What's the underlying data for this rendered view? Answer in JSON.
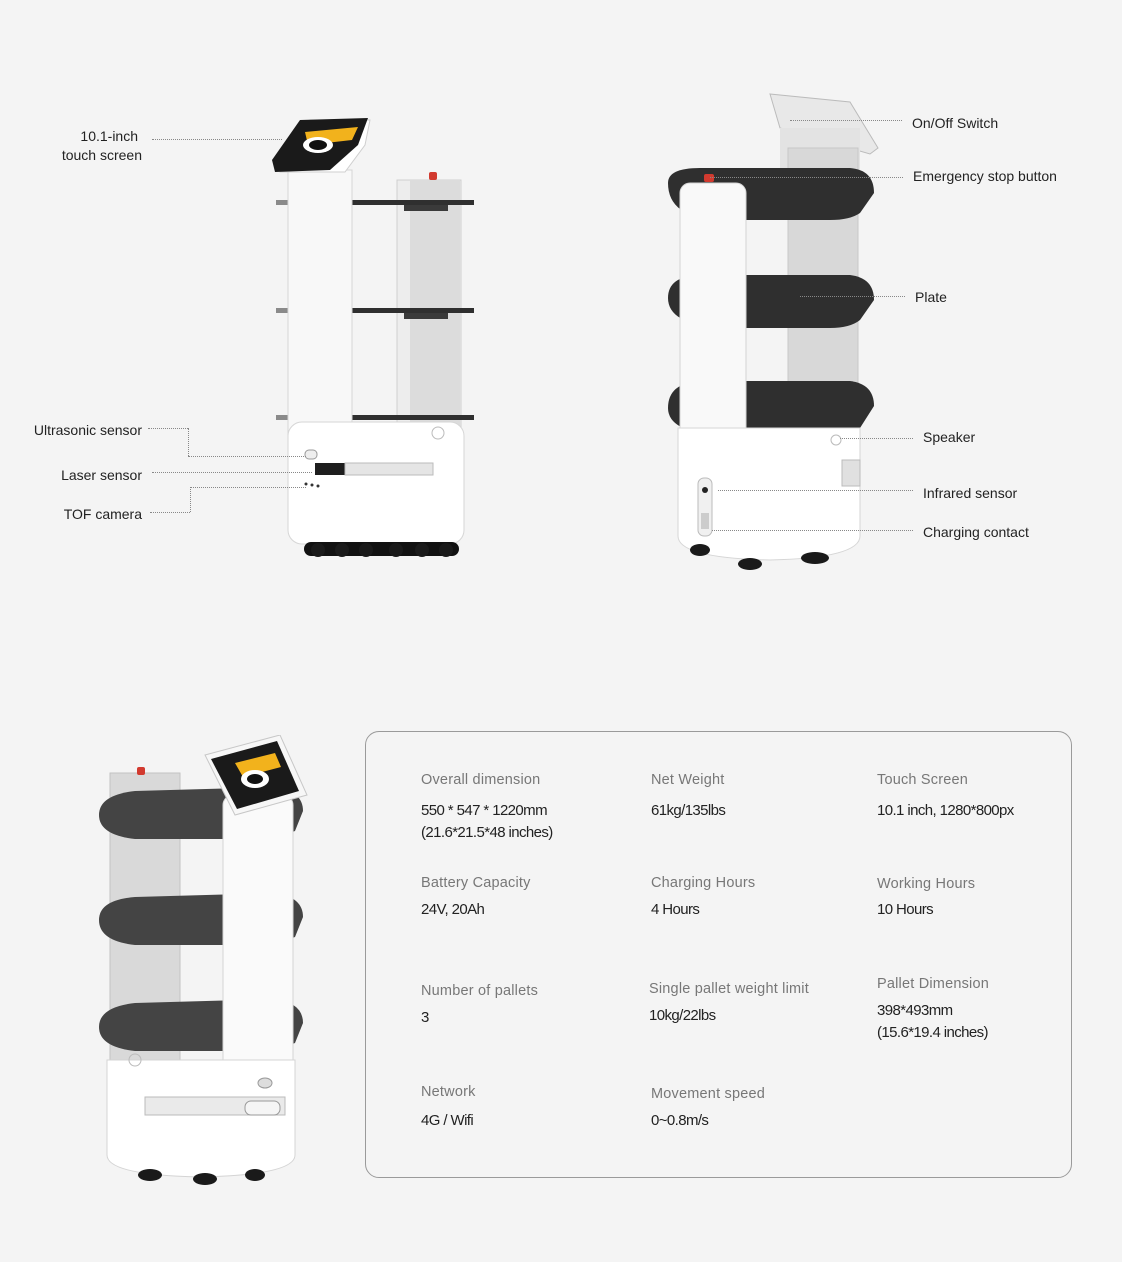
{
  "callouts": {
    "touch_screen_line1": "10.1-inch",
    "touch_screen_line2": "touch screen",
    "ultrasonic_sensor": "Ultrasonic sensor",
    "laser_sensor": "Laser sensor",
    "tof_camera": "TOF camera",
    "on_off_switch": "On/Off Switch",
    "emergency_stop": "Emergency stop button",
    "plate": "Plate",
    "speaker": "Speaker",
    "infrared_sensor": "Infrared sensor",
    "charging_contact": "Charging contact"
  },
  "specs": [
    {
      "label": "Overall dimension",
      "value": "550 * 547 * 1220mm\n(21.6*21.5*48 inches)"
    },
    {
      "label": "Net Weight",
      "value": "61kg/135lbs"
    },
    {
      "label": "Touch Screen",
      "value": "10.1 inch, 1280*800px"
    },
    {
      "label": "Battery Capacity",
      "value": "24V, 20Ah"
    },
    {
      "label": "Charging Hours",
      "value": "4 Hours"
    },
    {
      "label": "Working Hours",
      "value": "10 Hours"
    },
    {
      "label": "Number of pallets",
      "value": "3"
    },
    {
      "label": "Single pallet weight limit",
      "value": "10kg/22lbs"
    },
    {
      "label": "Pallet Dimension",
      "value": "398*493mm\n(15.6*19.4 inches)"
    },
    {
      "label": "Network",
      "value": "4G / Wifi"
    },
    {
      "label": "Movement speed",
      "value": "0~0.8m/s"
    }
  ],
  "colors": {
    "screen_accent": "#f2b21c",
    "tray": "#2f2f2f",
    "emergency_button": "#d23a2f"
  }
}
